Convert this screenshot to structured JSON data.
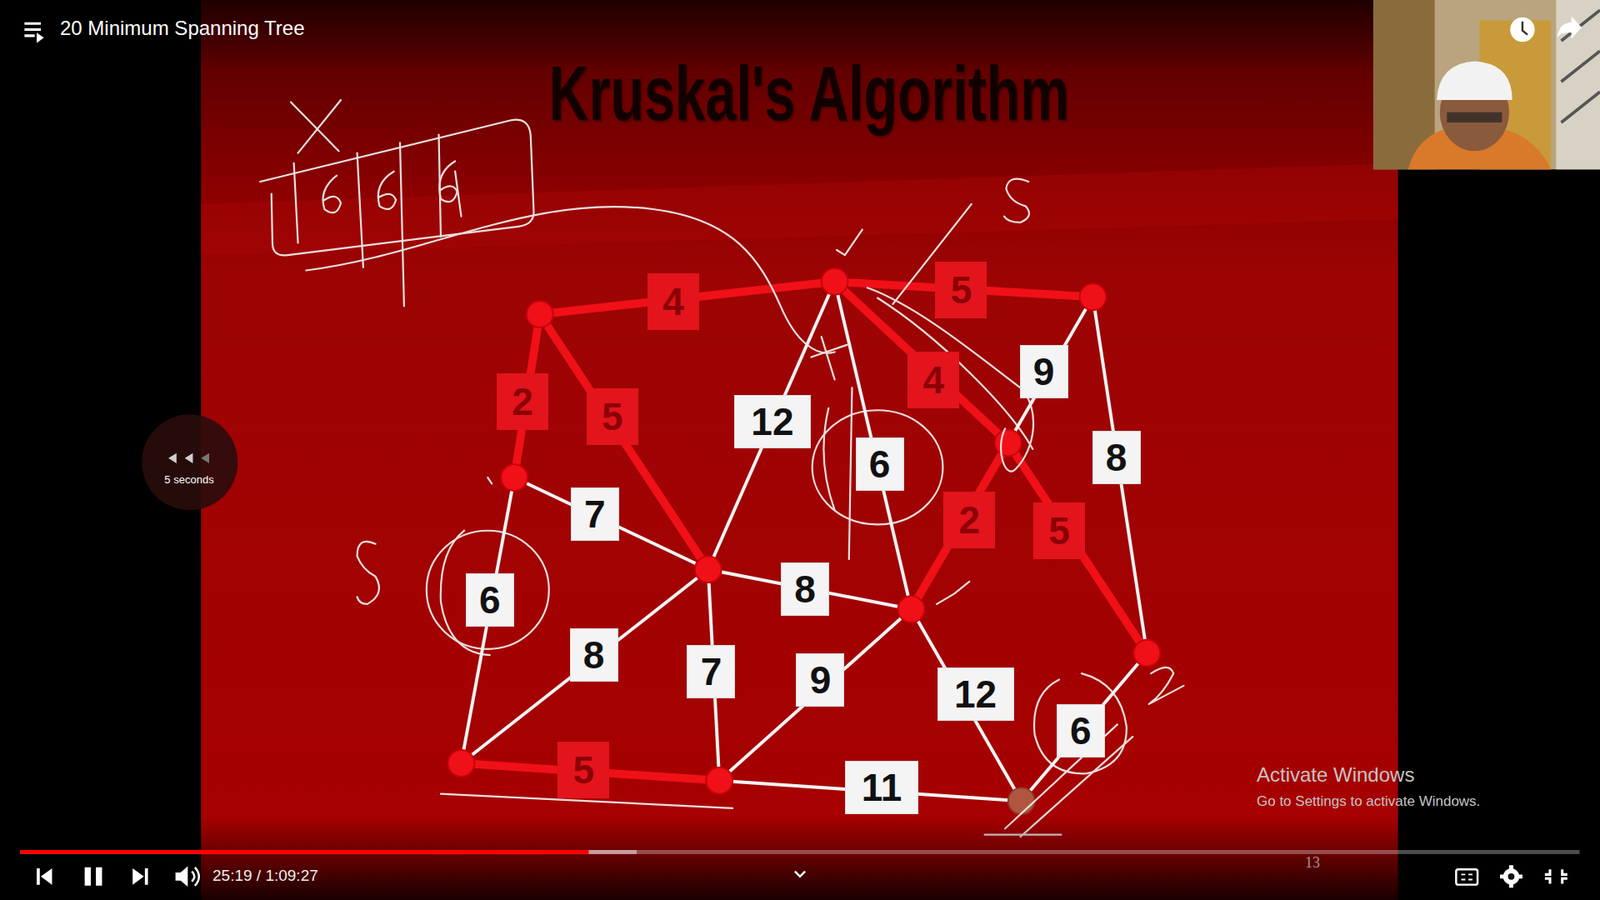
{
  "diagram": {
    "title": "Kruskal's Algorithm",
    "nodes": [
      {
        "text": [
          "4"
        ]
      },
      {
        "text": [
          "5"
        ]
      },
      {
        "text": [
          "2"
        ]
      },
      {
        "text": [
          "5"
        ]
      },
      {
        "text": [
          "12"
        ]
      },
      {
        "text": [
          "4"
        ]
      },
      {
        "text": [
          "9"
        ]
      },
      {
        "text": [
          "6"
        ]
      },
      {
        "text": [
          "8"
        ]
      },
      {
        "text": [
          "7"
        ]
      },
      {
        "text": [
          "2"
        ]
      },
      {
        "text": [
          "5"
        ]
      },
      {
        "text": [
          "6"
        ]
      },
      {
        "text": [
          "8"
        ]
      },
      {
        "text": [
          "8"
        ]
      },
      {
        "text": [
          "7"
        ]
      },
      {
        "text": [
          "9"
        ]
      },
      {
        "text": [
          "12"
        ]
      },
      {
        "text": [
          "6"
        ]
      },
      {
        "text": [
          "5"
        ]
      },
      {
        "text": [
          "11"
        ]
      }
    ],
    "labels": [
      "20 Minimum Spanning Tree",
      "5 seconds",
      "25:19 / 1:09:27",
      "Activate Windows",
      "Go to Settings to activate Windows.",
      "13"
    ]
  }
}
